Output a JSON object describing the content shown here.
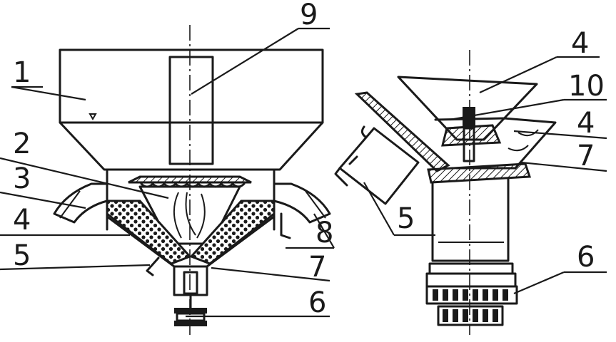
{
  "colors": {
    "ink": "#1a1a1a",
    "paper": "#ffffff"
  },
  "left_view": {
    "labels": {
      "l1": "1",
      "l2": "2",
      "l3": "3",
      "l4": "4",
      "l5": "5",
      "l6": "6",
      "l7": "7",
      "l8": "8",
      "l9": "9"
    }
  },
  "right_view": {
    "labels": {
      "r4a": "4",
      "r10": "10",
      "r4b": "4",
      "r7": "7",
      "r5": "5",
      "r6": "6"
    }
  }
}
